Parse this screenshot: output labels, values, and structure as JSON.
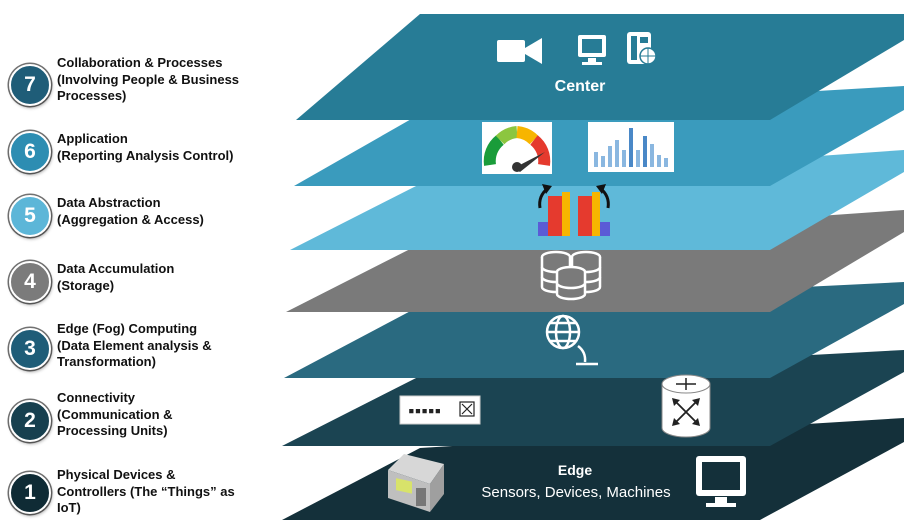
{
  "legend": [
    {
      "num": "7",
      "lines": [
        "Collaboration & Processes",
        "(Involving People & Business",
        "Processes)"
      ],
      "color": "#1f5d78"
    },
    {
      "num": "6",
      "lines": [
        "Application",
        "(Reporting Analysis Control)"
      ],
      "color": "#2d8db2"
    },
    {
      "num": "5",
      "lines": [
        "Data Abstraction",
        "(Aggregation & Access)"
      ],
      "color": "#5cb6d8"
    },
    {
      "num": "4",
      "lines": [
        "Data Accumulation",
        "(Storage)"
      ],
      "color": "#7b7b7b"
    },
    {
      "num": "3",
      "lines": [
        "Edge (Fog) Computing",
        "(Data Element analysis &",
        "Transformation)"
      ],
      "color": "#1f5d78"
    },
    {
      "num": "2",
      "lines": [
        "Connectivity",
        "(Communication &",
        "Processing Units)"
      ],
      "color": "#17404f"
    },
    {
      "num": "1",
      "lines": [
        "Physical Devices &",
        "Controllers (The “Things” as",
        "IoT)"
      ],
      "color": "#0f2b35"
    }
  ],
  "layers": {
    "center_title": "Center",
    "edge_title": "Edge",
    "edge_subtitle": "Sensors, Devices, Machines"
  },
  "colors": {
    "layer7": "#277c96",
    "layer6": "#3a9bbd",
    "layer5": "#5fb9d9",
    "layer4": "#7a7a7a",
    "layer3": "#2a6a80",
    "layer2": "#1b4452",
    "layer1": "#14303a"
  }
}
